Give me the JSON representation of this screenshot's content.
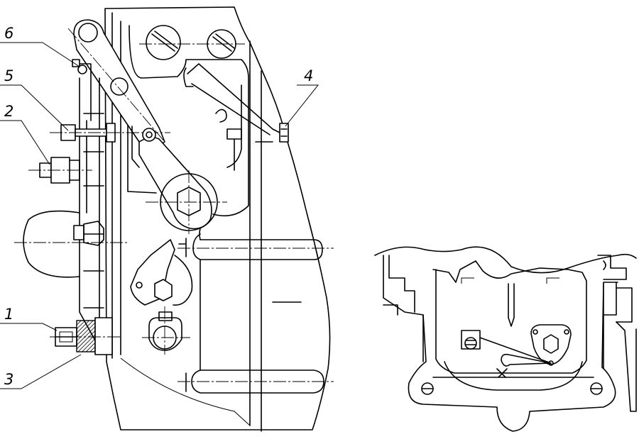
{
  "callouts": [
    {
      "id": "1",
      "label": "1"
    },
    {
      "id": "2",
      "label": "2"
    },
    {
      "id": "3",
      "label": "3"
    },
    {
      "id": "4",
      "label": "4"
    },
    {
      "id": "5",
      "label": "5"
    },
    {
      "id": "6",
      "label": "6"
    }
  ],
  "colors": {
    "line": "#000000",
    "background": "#ffffff",
    "hatch": "#000000"
  }
}
